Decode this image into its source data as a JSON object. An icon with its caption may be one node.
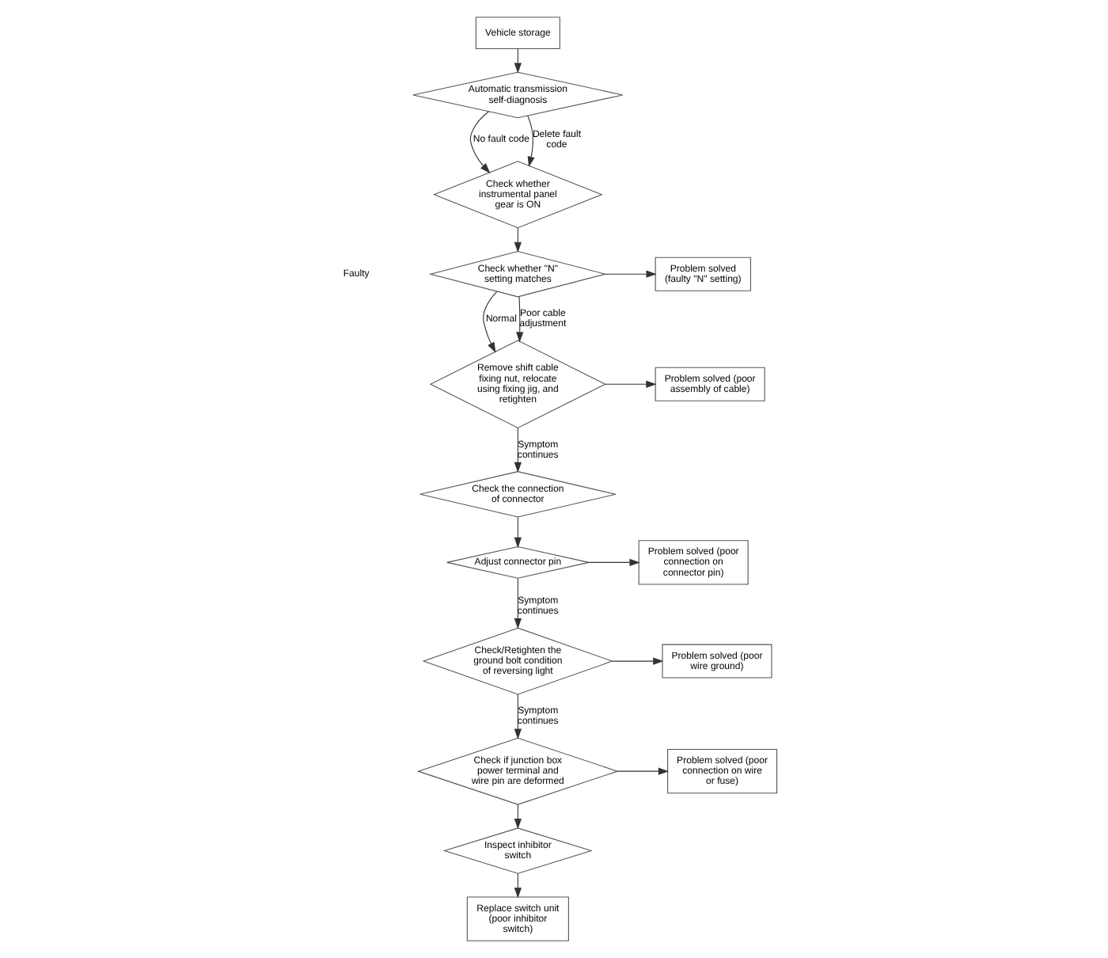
{
  "diagram": {
    "nodes": [
      {
        "text": [
          "Vehicle storage"
        ]
      },
      {
        "text": [
          "Automatic transmission self-diagnosis"
        ]
      },
      {
        "text": [
          "Check whether instrumental panel gear is ON"
        ]
      },
      {
        "text": [
          "Check whether \"N\" setting matches"
        ]
      },
      {
        "text": [
          "Problem solved (faulty \"N\" setting)"
        ]
      },
      {
        "text": [
          "Remove shift cable fixing nut, relocate using fixing jig, and retighten"
        ]
      },
      {
        "text": [
          "Problem solved (poor assembly of cable)"
        ]
      },
      {
        "text": [
          "Check the connection of connector"
        ]
      },
      {
        "text": [
          "Adjust connector pin"
        ]
      },
      {
        "text": [
          "Problem solved (poor connection on connector pin)"
        ]
      },
      {
        "text": [
          "Check/Retighten the ground bolt condition of reversing light"
        ]
      },
      {
        "text": [
          "Problem solved (poor wire ground)"
        ]
      },
      {
        "text": [
          "Check if junction box power terminal and wire pin are deformed"
        ]
      },
      {
        "text": [
          "Problem solved (poor connection on wire or fuse)"
        ]
      },
      {
        "text": [
          "Inspect inhibitor switch"
        ]
      },
      {
        "text": [
          "Replace switch unit (poor inhibitor switch)"
        ]
      }
    ],
    "edges": [
      {
        "from": 0,
        "to": 1,
        "arrow": "to"
      },
      {
        "from": 1,
        "to": 2,
        "arrow": "to",
        "label": "No fault code"
      },
      {
        "from": 1,
        "to": 2,
        "arrow": "to",
        "label": "Delete fault code"
      },
      {
        "from": 2,
        "to": 3,
        "arrow": "to"
      },
      {
        "from": 3,
        "to": 4,
        "arrow": "to"
      },
      {
        "from": 3,
        "to": 5,
        "arrow": "to",
        "label": "Normal"
      },
      {
        "from": 3,
        "to": 5,
        "arrow": "to",
        "label": "Poor cable adjustment"
      },
      {
        "from": 5,
        "to": 6,
        "arrow": "to"
      },
      {
        "from": 5,
        "to": 7,
        "arrow": "to",
        "label": "Symptom continues"
      },
      {
        "from": 7,
        "to": 8,
        "arrow": "to"
      },
      {
        "from": 8,
        "to": 9,
        "arrow": "to"
      },
      {
        "from": 8,
        "to": 10,
        "arrow": "to",
        "label": "Symptom continues"
      },
      {
        "from": 10,
        "to": 11,
        "arrow": "to"
      },
      {
        "from": 10,
        "to": 12,
        "arrow": "to",
        "label": "Symptom continues"
      },
      {
        "from": 12,
        "to": 13,
        "arrow": "to"
      },
      {
        "from": 12,
        "to": 14,
        "arrow": "to"
      },
      {
        "from": 14,
        "to": 15,
        "arrow": "to"
      }
    ],
    "labels": [
      "Faulty"
    ]
  }
}
